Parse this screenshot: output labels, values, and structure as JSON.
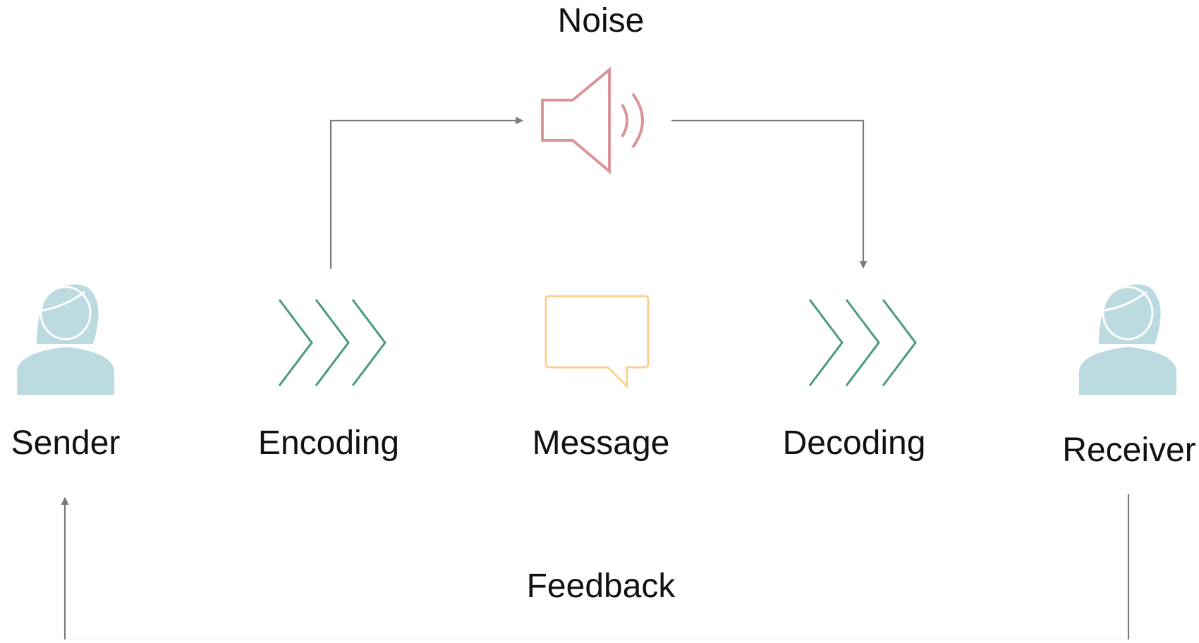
{
  "diagram": {
    "noise_label": "Noise",
    "feedback_label": "Feedback",
    "nodes": {
      "sender": "Sender",
      "encoding": "Encoding",
      "message": "Message",
      "decoding": "Decoding",
      "receiver": "Receiver"
    },
    "colors": {
      "person": "#bcdbe0",
      "chevron": "#4a9a7e",
      "message": "#fccf94",
      "speaker": "#d89499",
      "arrow": "#7a7a7a",
      "text": "#111111"
    },
    "icons": {
      "sender": "person-icon",
      "encoding": "chevrons-icon",
      "message": "speech-bubble-icon",
      "decoding": "chevrons-icon",
      "receiver": "person-icon",
      "noise": "speaker-icon"
    }
  }
}
